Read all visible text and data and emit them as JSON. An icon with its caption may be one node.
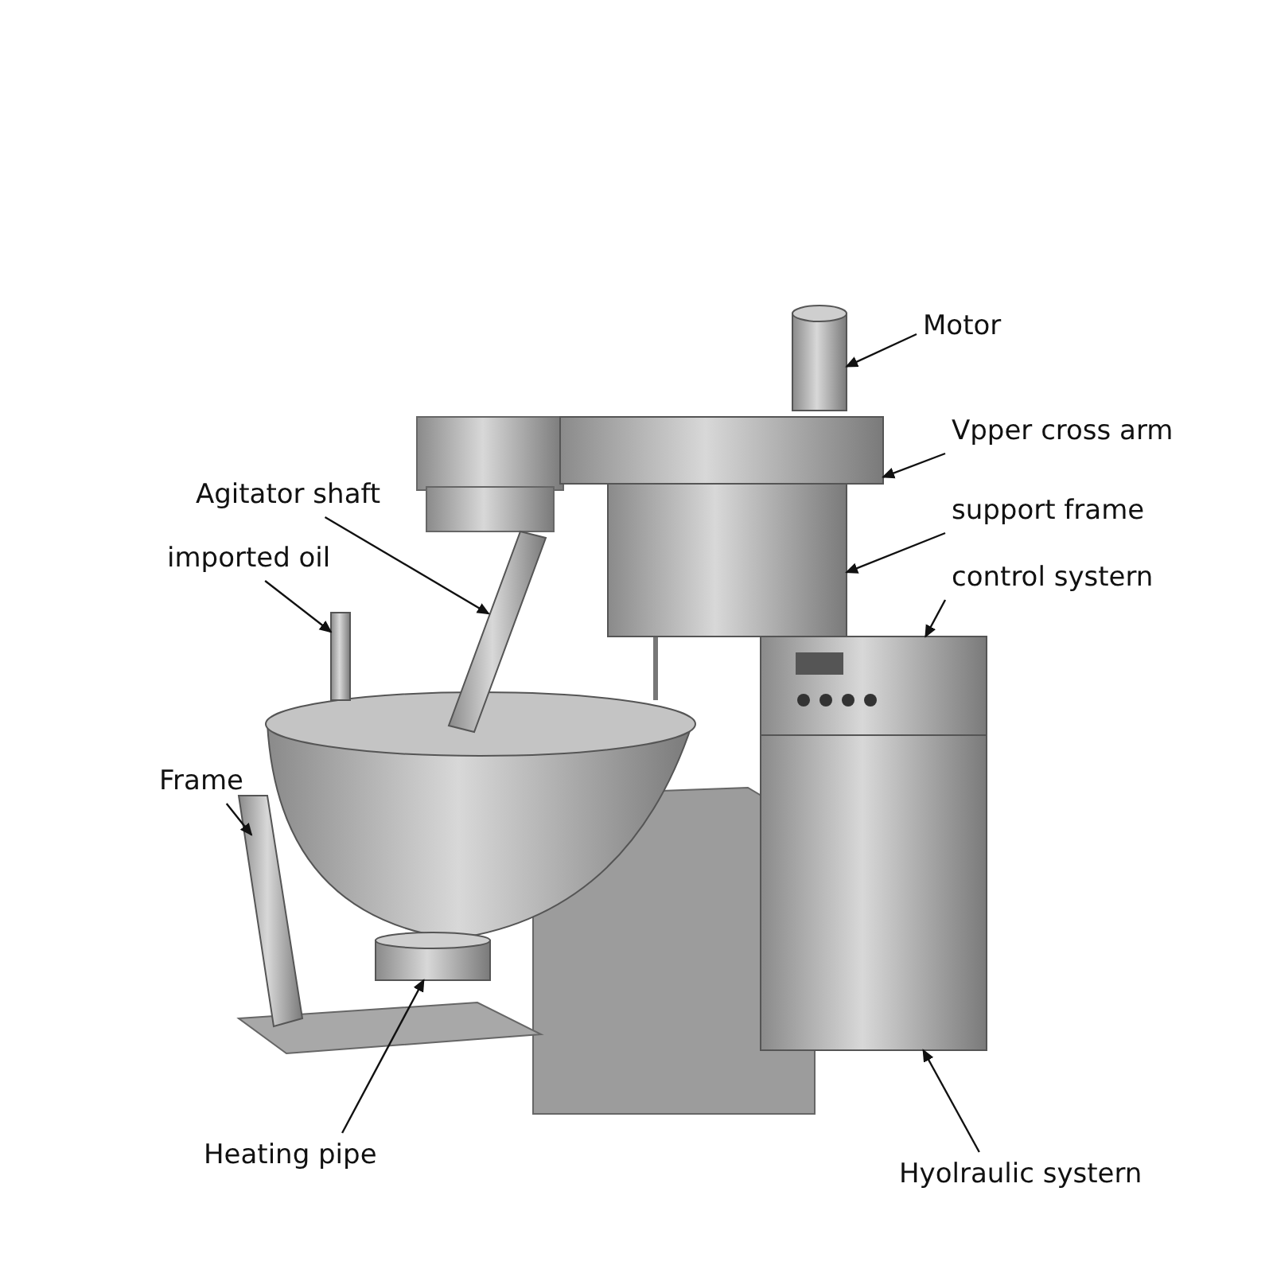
{
  "diagram": {
    "nodes": [
      {
        "text": [
          "Motor"
        ]
      },
      {
        "text": [],
        "shape": "cylinder"
      },
      {
        "text": [
          "Vpper cross arm"
        ]
      },
      {
        "text": [],
        "shape": "box"
      },
      {
        "text": [
          "Agitator shaft"
        ]
      },
      {
        "text": [],
        "shape": "bar"
      },
      {
        "text": [
          "support frame"
        ]
      },
      {
        "text": [],
        "shape": "box"
      },
      {
        "text": [
          "imported oil"
        ]
      },
      {
        "text": [],
        "shape": "bar"
      },
      {
        "text": [
          "control systern"
        ]
      },
      {
        "text": [],
        "shape": "box"
      },
      {
        "text": [
          "Frame"
        ]
      },
      {
        "text": [],
        "shape": "bar"
      },
      {
        "text": [
          "Heating pipe"
        ]
      },
      {
        "text": [],
        "shape": "cylinder"
      },
      {
        "text": [
          "Hyolraulic systern"
        ]
      },
      {
        "text": [],
        "shape": "box"
      }
    ],
    "edges": [
      {
        "from": 0,
        "to": 1,
        "arrow": "to"
      },
      {
        "from": 2,
        "to": 3,
        "arrow": "to"
      },
      {
        "from": 4,
        "to": 5,
        "arrow": "to"
      },
      {
        "from": 6,
        "to": 7,
        "arrow": "to"
      },
      {
        "from": 8,
        "to": 9,
        "arrow": "to"
      },
      {
        "from": 10,
        "to": 11,
        "arrow": "to"
      },
      {
        "from": 12,
        "to": 13,
        "arrow": "to"
      },
      {
        "from": 14,
        "to": 15,
        "arrow": "to"
      },
      {
        "from": 16,
        "to": 17,
        "arrow": "to"
      }
    ]
  }
}
